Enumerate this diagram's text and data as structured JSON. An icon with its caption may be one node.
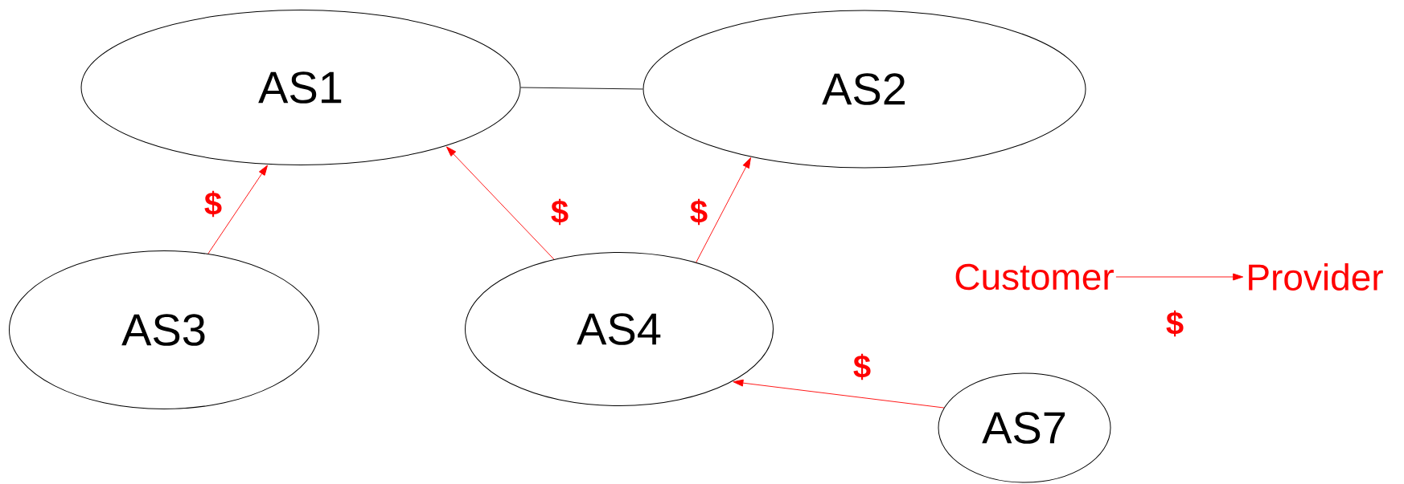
{
  "diagram": {
    "nodes": [
      {
        "text": [
          "AS1"
        ]
      },
      {
        "text": [
          "AS2"
        ]
      },
      {
        "text": [
          "AS3"
        ]
      },
      {
        "text": [
          "AS4"
        ]
      },
      {
        "text": [
          "AS7"
        ]
      },
      {
        "text": [
          "Customer"
        ]
      },
      {
        "text": [
          "Provider"
        ]
      }
    ],
    "edges": [
      {
        "from": 0,
        "to": 1,
        "arrow": "none",
        "color": "#000000"
      },
      {
        "from": 2,
        "to": 0,
        "arrow": "to",
        "label": "$"
      },
      {
        "from": 3,
        "to": 0,
        "arrow": "to",
        "label": "$"
      },
      {
        "from": 3,
        "to": 1,
        "arrow": "to",
        "label": "$"
      },
      {
        "from": 4,
        "to": 3,
        "arrow": "to",
        "label": "$"
      },
      {
        "from": 5,
        "to": 6,
        "arrow": "to",
        "label": "$"
      }
    ]
  }
}
